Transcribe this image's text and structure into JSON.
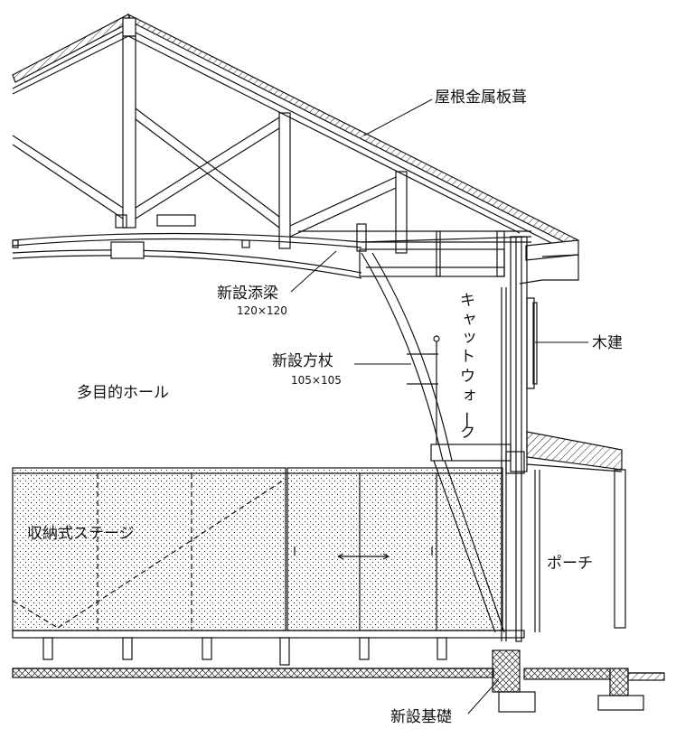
{
  "labels": {
    "roof": "屋根金属板葺",
    "beam_name": "新設添梁",
    "beam_size": "120×120",
    "post_name": "新設方杖",
    "post_size": "105×105",
    "hall": "多目的ホール",
    "catwalk": [
      "キ",
      "ャ",
      "ッ",
      "ト",
      "ウ",
      "ォ",
      "ー",
      "ク"
    ],
    "wood": "木建",
    "stage": "収納式ステージ",
    "porch": "ポーチ",
    "foundation": "新設基礎"
  },
  "colors": {
    "line": "#111111",
    "background": "#ffffff"
  }
}
